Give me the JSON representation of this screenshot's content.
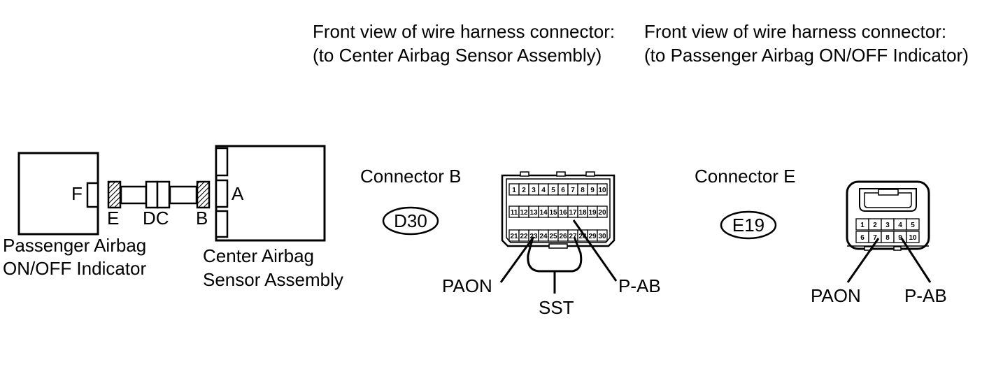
{
  "headings": {
    "left_line1": "Front view of wire harness connector:",
    "left_line2": "(to Center Airbag Sensor Assembly)",
    "right_line1": "Front view of wire harness connector:",
    "right_line2": "(to Passenger Airbag ON/OFF Indicator)"
  },
  "schematic": {
    "indicator_label_line1": "Passenger Airbag",
    "indicator_label_line2": "ON/OFF Indicator",
    "sensor_label_line1": "Center Airbag",
    "sensor_label_line2": "Sensor Assembly",
    "port_f": "F",
    "port_a": "A",
    "letter_e": "E",
    "letter_dc": "DC",
    "letter_b": "B"
  },
  "connector_b": {
    "title": "Connector B",
    "code": "D30",
    "pins_row1": [
      "1",
      "2",
      "3",
      "4",
      "5",
      "6",
      "7",
      "8",
      "9",
      "10"
    ],
    "pins_row2": [
      "11",
      "12",
      "13",
      "14",
      "15",
      "16",
      "17",
      "18",
      "19",
      "20"
    ],
    "pins_row3": [
      "21",
      "22",
      "23",
      "24",
      "25",
      "26",
      "27",
      "28",
      "29",
      "30"
    ],
    "label_paon": "PAON",
    "label_pab": "P-AB",
    "label_sst": "SST"
  },
  "connector_e": {
    "title": "Connector E",
    "code": "E19",
    "pins_row1": [
      "1",
      "2",
      "3",
      "4",
      "5"
    ],
    "pins_row2": [
      "6",
      "7",
      "8",
      "9",
      "10"
    ],
    "label_paon": "PAON",
    "label_pab": "P-AB"
  }
}
